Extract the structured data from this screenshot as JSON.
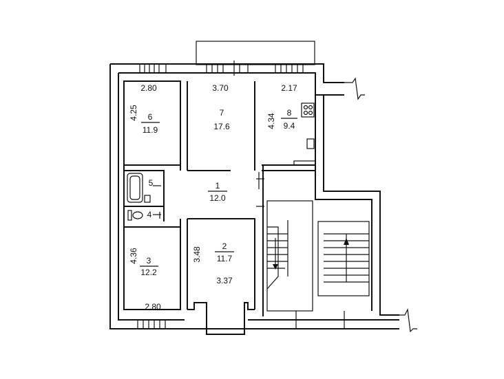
{
  "rooms": {
    "r1": {
      "number": "1",
      "area": "12.0"
    },
    "r2": {
      "number": "2",
      "area": "11.7",
      "dim_left": "3.48",
      "dim_bottom": "3.37"
    },
    "r3": {
      "number": "3",
      "area": "12.2",
      "dim_left": "4.36",
      "dim_bottom": "2.80"
    },
    "r4": {
      "number": "4"
    },
    "r5": {
      "number": "5"
    },
    "r6": {
      "number": "6",
      "area": "11.9",
      "dim_left": "4.25",
      "dim_top": "2.80"
    },
    "r7": {
      "number": "7",
      "area": "17.6",
      "dim_top": "3.70"
    },
    "r8": {
      "number": "8",
      "area": "9.4",
      "dim_left": "4.34",
      "dim_top": "2.17"
    }
  }
}
